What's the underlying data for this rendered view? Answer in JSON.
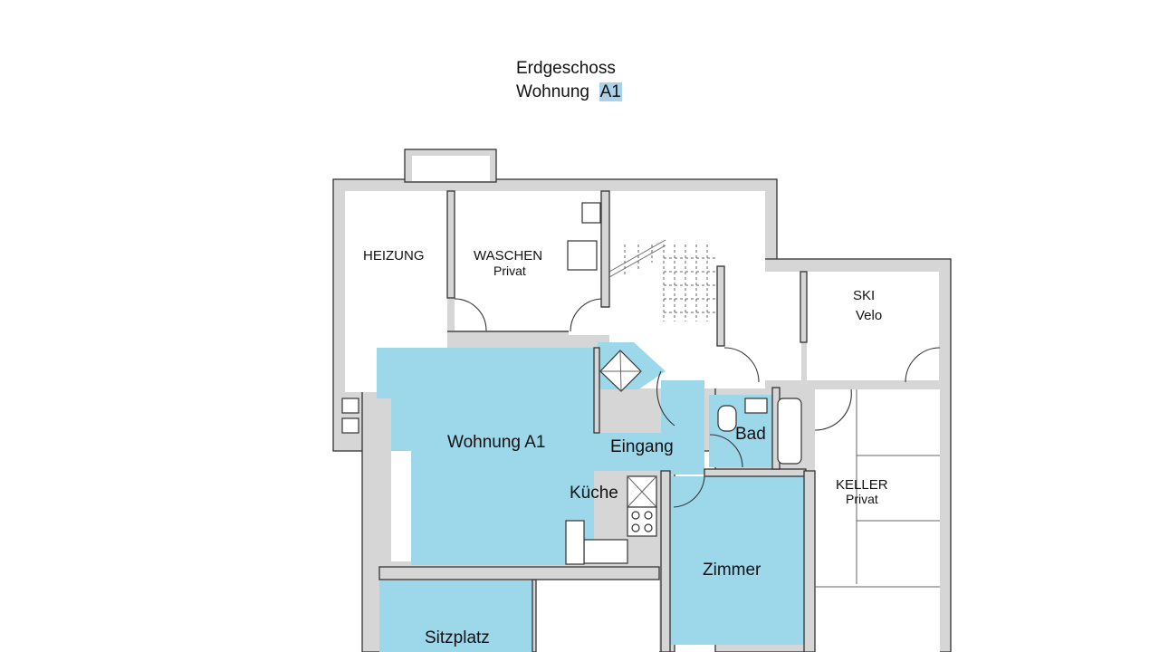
{
  "header": {
    "floor": "Erdgeschoss",
    "unit_prefix": "Wohnung",
    "unit_code": "A1"
  },
  "rooms": {
    "heizung": "HEIZUNG",
    "waschen": "WASCHEN",
    "waschen_sub": "Privat",
    "ski": "SKI",
    "velo": "Velo",
    "wohnung": "Wohnung A1",
    "eingang": "Eingang",
    "bad": "Bad",
    "kueche": "Küche",
    "keller": "KELLER",
    "keller_sub": "Privat",
    "zimmer": "Zimmer",
    "sitzplatz": "Sitzplatz"
  },
  "colors": {
    "apartment_fill": "#9dd7ea",
    "wall_fill": "#d6d6d6",
    "wall_stroke": "#333333",
    "title_highlight": "#a9d2ea"
  }
}
